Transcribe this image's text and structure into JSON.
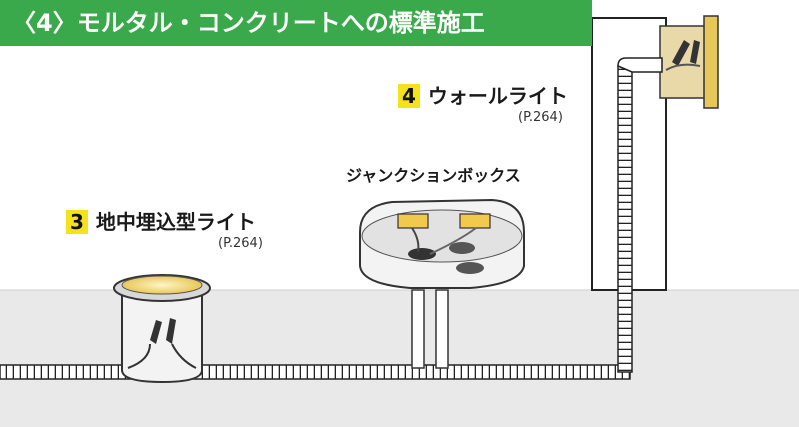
{
  "header": {
    "title": "〈4〉モルタル・コンクリートへの標準施工"
  },
  "labels": {
    "wall_light": {
      "number": "4",
      "name": "ウォールライト",
      "page": "(P.264)"
    },
    "ground_light": {
      "number": "3",
      "name": "地中埋込型ライト",
      "page": "(P.264)"
    },
    "junction_box": {
      "name": "ジャンクションボックス"
    }
  },
  "colors": {
    "header_bg": "#3aa94b",
    "number_badge": "#f4e21a",
    "ground": "#e9e9e9"
  }
}
